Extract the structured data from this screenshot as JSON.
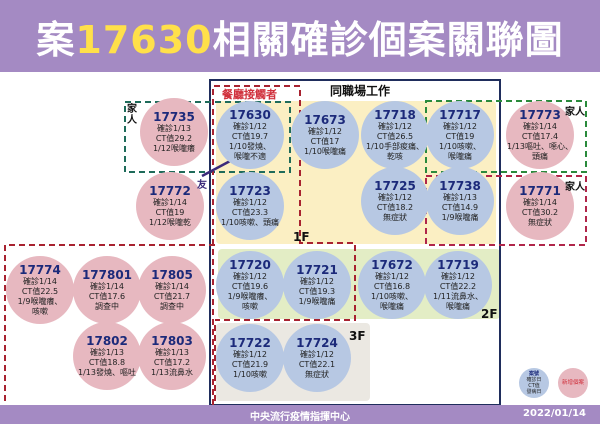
{
  "title": {
    "prefix": "案",
    "case": "17630",
    "suffix": "相關確診個案關聯圖"
  },
  "labels": {
    "workplace": "同職場工作",
    "restaurant": "餐廳接觸者",
    "family_left": "家人",
    "family_right_top": "家人",
    "family_right_bottom": "家人",
    "friend": "友",
    "floor1": "1F",
    "floor2": "2F",
    "floor3": "3F"
  },
  "legend": {
    "case_lines": [
      "案號",
      "確診日",
      "CT值",
      "發病日"
    ],
    "new_case": "新增個案"
  },
  "footer": {
    "org": "中央流行疫情指揮中心",
    "date": "2022/01/14"
  },
  "colors": {
    "header": "#a48ac3",
    "title_highlight": "#ffe04a",
    "existing_case": "#b7c8e3",
    "new_case": "#e7b8c0",
    "floor1": "#fbefc3",
    "floor2": "#e3edc5",
    "floor3": "#ebe8e2"
  },
  "cases": [
    {
      "id": "17735",
      "type": "new",
      "lines": [
        "確診1/13",
        "CT值29.2",
        "1/12喉嚨癢"
      ]
    },
    {
      "id": "17630",
      "type": "existing",
      "lines": [
        "確診1/12",
        "CT值19.7",
        "1/10發燒、",
        "喉嚨不適"
      ]
    },
    {
      "id": "17673",
      "type": "existing",
      "lines": [
        "確診1/12",
        "CT值17",
        "1/10喉嚨痛"
      ]
    },
    {
      "id": "17718",
      "type": "existing",
      "lines": [
        "確診1/12",
        "CT值26.5",
        "1/10手部痠痛、",
        "乾咳"
      ]
    },
    {
      "id": "17717",
      "type": "existing",
      "lines": [
        "確診1/12",
        "CT值19",
        "1/10咳嗽、",
        "喉嚨痛"
      ]
    },
    {
      "id": "17773",
      "type": "new",
      "lines": [
        "確診1/14",
        "CT值17.4",
        "1/13嘔吐、噁心、",
        "頭痛"
      ]
    },
    {
      "id": "17772",
      "type": "new",
      "lines": [
        "確診1/14",
        "CT值19",
        "1/12喉嚨乾"
      ]
    },
    {
      "id": "17723",
      "type": "existing",
      "lines": [
        "確診1/12",
        "CT值23.3",
        "1/10咳嗽、頭痛"
      ]
    },
    {
      "id": "17725",
      "type": "existing",
      "lines": [
        "確診1/12",
        "CT值18.2",
        "無症狀"
      ]
    },
    {
      "id": "17738",
      "type": "existing",
      "lines": [
        "確診1/13",
        "CT值14.9",
        "1/9喉嚨痛"
      ]
    },
    {
      "id": "17771",
      "type": "new",
      "lines": [
        "確診1/14",
        "CT值30.2",
        "無症狀"
      ]
    },
    {
      "id": "17774",
      "type": "new",
      "lines": [
        "確診1/14",
        "CT值22.5",
        "1/9喉嚨癢、",
        "咳嗽"
      ]
    },
    {
      "id": "177801",
      "type": "new",
      "lines": [
        "確診1/14",
        "CT值17.6",
        "調查中"
      ]
    },
    {
      "id": "17805",
      "type": "new",
      "lines": [
        "確診1/14",
        "CT值21.7",
        "調查中"
      ]
    },
    {
      "id": "17802",
      "type": "new",
      "lines": [
        "確診1/13",
        "CT值18.8",
        "1/13發燒、嘔吐"
      ]
    },
    {
      "id": "17803",
      "type": "new",
      "lines": [
        "確診1/13",
        "CT值17.2",
        "1/13流鼻水"
      ]
    },
    {
      "id": "17720",
      "type": "existing",
      "lines": [
        "確診1/12",
        "CT值19.6",
        "1/9喉嚨癢、",
        "咳嗽"
      ]
    },
    {
      "id": "17721",
      "type": "existing",
      "lines": [
        "確診1/12",
        "CT值19.3",
        "1/9喉嚨痛"
      ]
    },
    {
      "id": "17672",
      "type": "existing",
      "lines": [
        "確診1/12",
        "CT值16.8",
        "1/10咳嗽、",
        "喉嚨痛"
      ]
    },
    {
      "id": "17719",
      "type": "existing",
      "lines": [
        "確診1/12",
        "CT值22.2",
        "1/11流鼻水、",
        "喉嚨痛"
      ]
    },
    {
      "id": "17722",
      "type": "existing",
      "lines": [
        "確診1/12",
        "CT值21.9",
        "1/10咳嗽"
      ]
    },
    {
      "id": "17724",
      "type": "existing",
      "lines": [
        "確診1/12",
        "CT值22.1",
        "無症狀"
      ]
    }
  ]
}
